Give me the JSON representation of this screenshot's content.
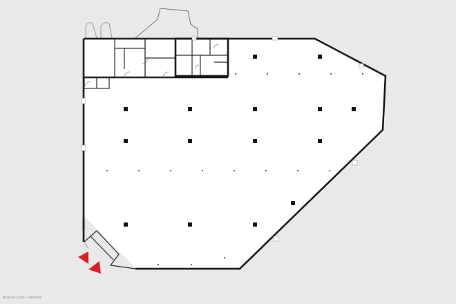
{
  "watermark": "etuovi.com / oikotie",
  "colors": {
    "background": "#e9e9e9",
    "floor": "#ffffff",
    "wall": "#111111",
    "entrance_marker": "#d81e2a"
  },
  "icons": {
    "entrance": "entrance-arrow-icon",
    "column": "column-square",
    "door": "door-swing-arc"
  }
}
